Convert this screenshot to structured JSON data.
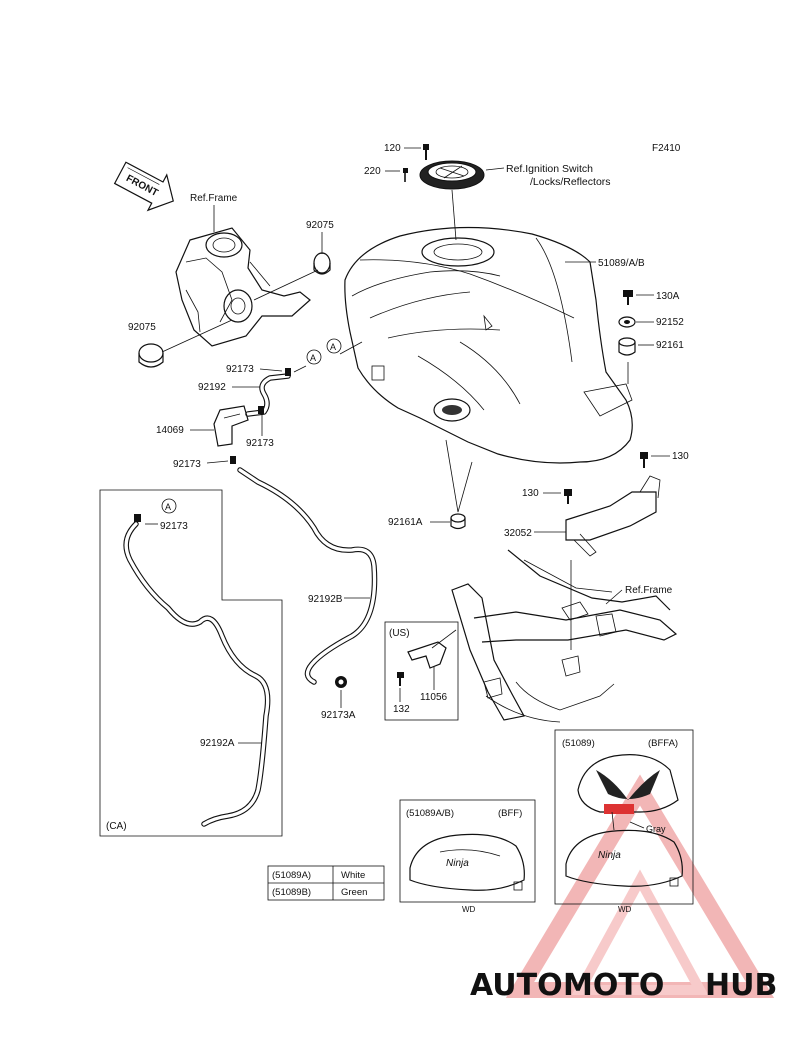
{
  "figure_code": "F2410",
  "front_label": "FRONT",
  "refs": {
    "frame_top": "Ref.Frame",
    "frame_bottom": "Ref.Frame",
    "ignition_line1": "Ref.Ignition Switch",
    "ignition_line2": "/Locks/Reflectors"
  },
  "parts": {
    "p120": "120",
    "p220": "220",
    "p51089": "51089/A/B",
    "p92075_top": "92075",
    "p92075_left": "92075",
    "p130A": "130A",
    "p92152": "92152",
    "p92161": "92161",
    "p130_right": "130",
    "p130_mid": "130",
    "p32052": "32052",
    "p92161A": "92161A",
    "p92173_a": "92173",
    "p92192": "92192",
    "p14069": "14069",
    "p92173_b": "92173",
    "p92173_c": "92173",
    "p92173_d": "92173",
    "p92192B": "92192B",
    "p92173A": "92173A",
    "p92192A": "92192A",
    "p11056": "11056",
    "p132": "132"
  },
  "callout_letter": "A",
  "groups": {
    "us": "(US)",
    "ca": "(CA)"
  },
  "inset_bff": {
    "left": "(51089A/B)",
    "right": "(BFF)",
    "wd": "WD"
  },
  "inset_bffa": {
    "left": "(51089)",
    "right": "(BFFA)",
    "gray": "Gray",
    "wd": "WD"
  },
  "color_table": [
    {
      "code": "(51089A)",
      "color": "White"
    },
    {
      "code": "(51089B)",
      "color": "Green"
    }
  ],
  "watermark": {
    "part1": "AUTO",
    "part2": "MOTO",
    "part3": "HUB",
    "color1": "#f0a35a",
    "color2": "#e35a5a",
    "color3": "#8a8a8a"
  }
}
